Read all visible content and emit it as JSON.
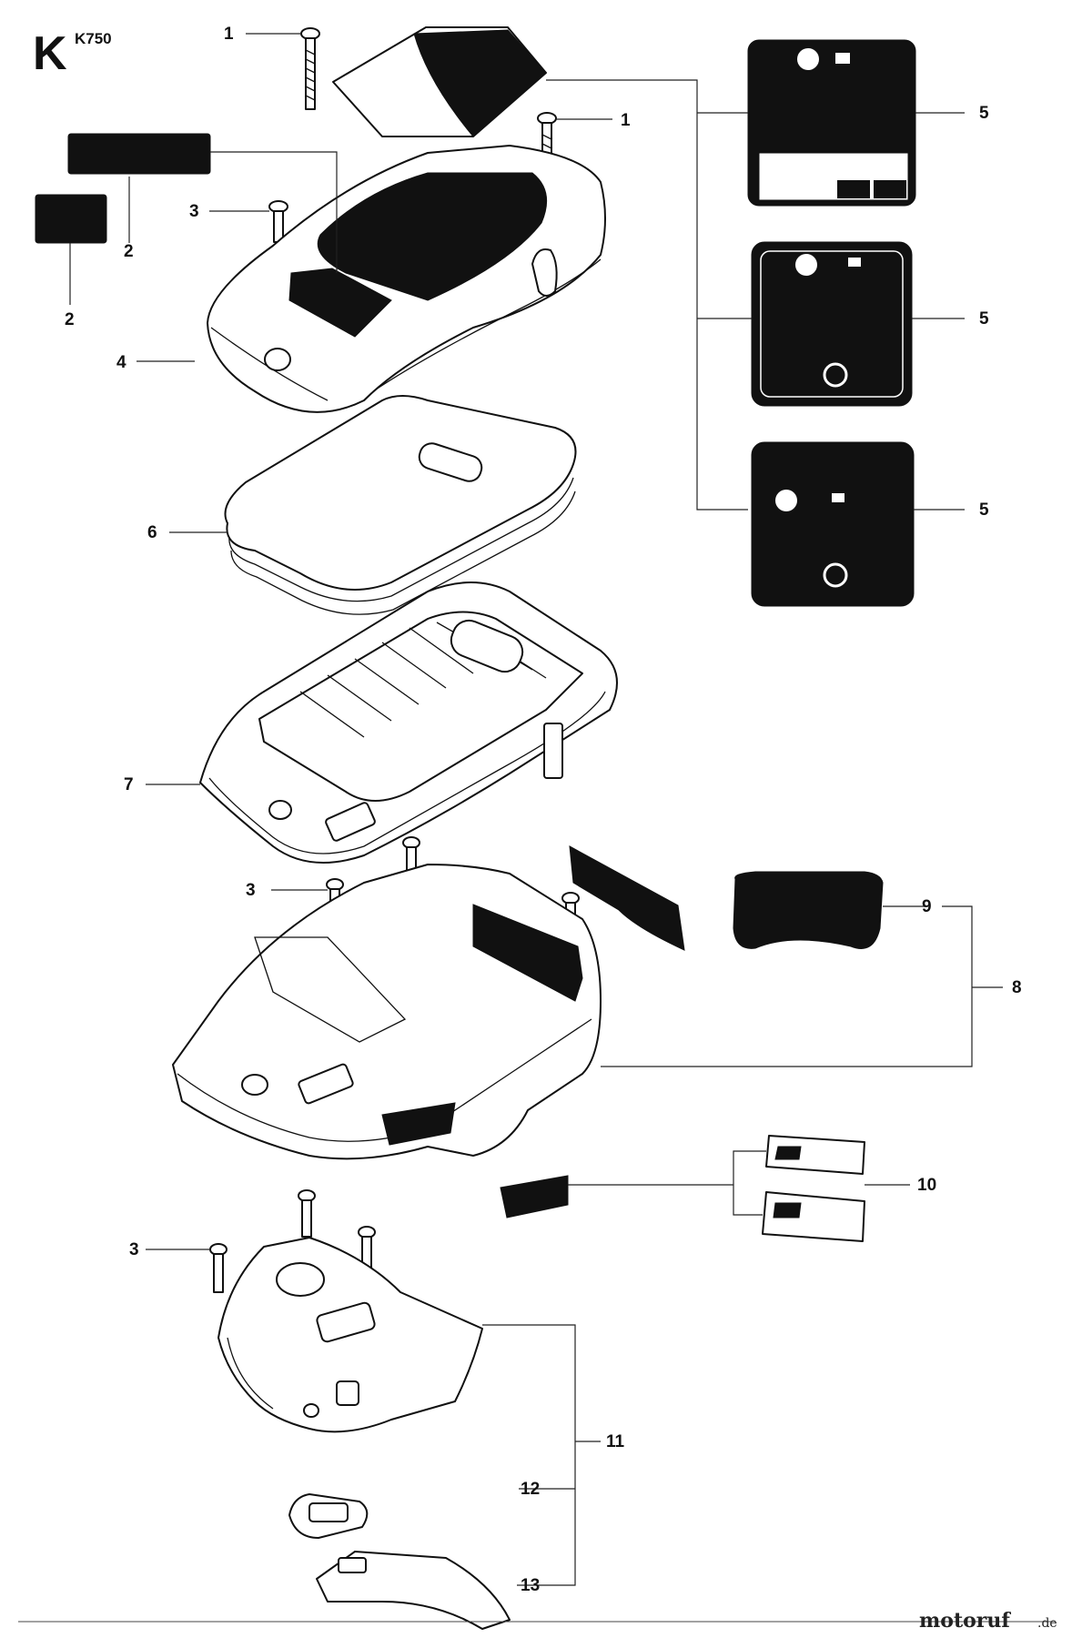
{
  "header": {
    "section_letter": "K",
    "model": "K750"
  },
  "callouts": [
    "1",
    "1",
    "2",
    "2",
    "3",
    "4",
    "5",
    "5",
    "5",
    "6",
    "7",
    "3",
    "9",
    "8",
    "10",
    "3",
    "11",
    "12",
    "13"
  ],
  "watermark": {
    "brand": "motoruf",
    "suffix": ".de"
  }
}
